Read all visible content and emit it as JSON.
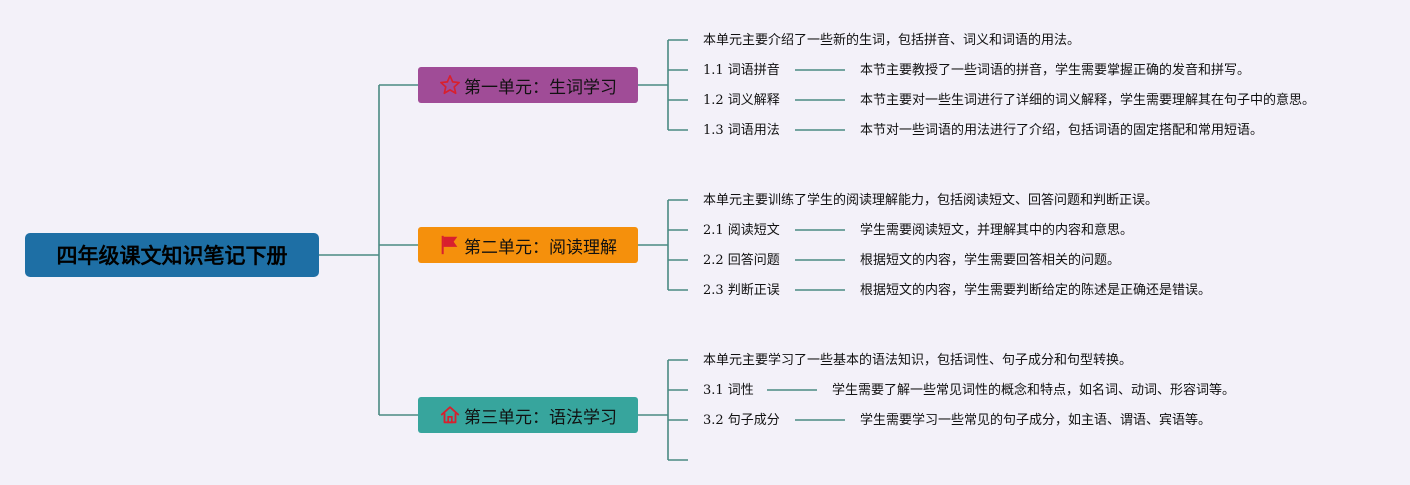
{
  "root": {
    "title": "四年级课文知识笔记下册",
    "color": "#1e6fa5"
  },
  "line_color": "#4a8a83",
  "units": [
    {
      "title": "第一单元：生词学习",
      "icon": "star-icon",
      "color": "#a04c97",
      "summary": "本单元主要介绍了一些新的生词，包括拼音、词义和词语的用法。",
      "sections": [
        {
          "label": "1.1 词语拼音",
          "desc": "本节主要教授了一些词语的拼音，学生需要掌握正确的发音和拼写。"
        },
        {
          "label": "1.2 词义解释",
          "desc": "本节主要对一些生词进行了详细的词义解释，学生需要理解其在句子中的意思。"
        },
        {
          "label": "1.3 词语用法",
          "desc": "本节对一些词语的用法进行了介绍，包括词语的固定搭配和常用短语。"
        }
      ]
    },
    {
      "title": "第二单元：阅读理解",
      "icon": "flag-icon",
      "color": "#f5900c",
      "summary": "本单元主要训练了学生的阅读理解能力，包括阅读短文、回答问题和判断正误。",
      "sections": [
        {
          "label": "2.1 阅读短文",
          "desc": "学生需要阅读短文，并理解其中的内容和意思。"
        },
        {
          "label": "2.2 回答问题",
          "desc": "根据短文的内容，学生需要回答相关的问题。"
        },
        {
          "label": "2.3 判断正误",
          "desc": "根据短文的内容，学生需要判断给定的陈述是正确还是错误。"
        }
      ]
    },
    {
      "title": "第三单元：语法学习",
      "icon": "home-icon",
      "color": "#37a59d",
      "summary": "本单元主要学习了一些基本的语法知识，包括词性、句子成分和句型转换。",
      "sections": [
        {
          "label": "3.1 词性",
          "desc": "学生需要了解一些常见词性的概念和特点，如名词、动词、形容词等。"
        },
        {
          "label": "3.2 句子成分",
          "desc": "学生需要学习一些常见的句子成分，如主语、谓语、宾语等。"
        }
      ]
    }
  ]
}
